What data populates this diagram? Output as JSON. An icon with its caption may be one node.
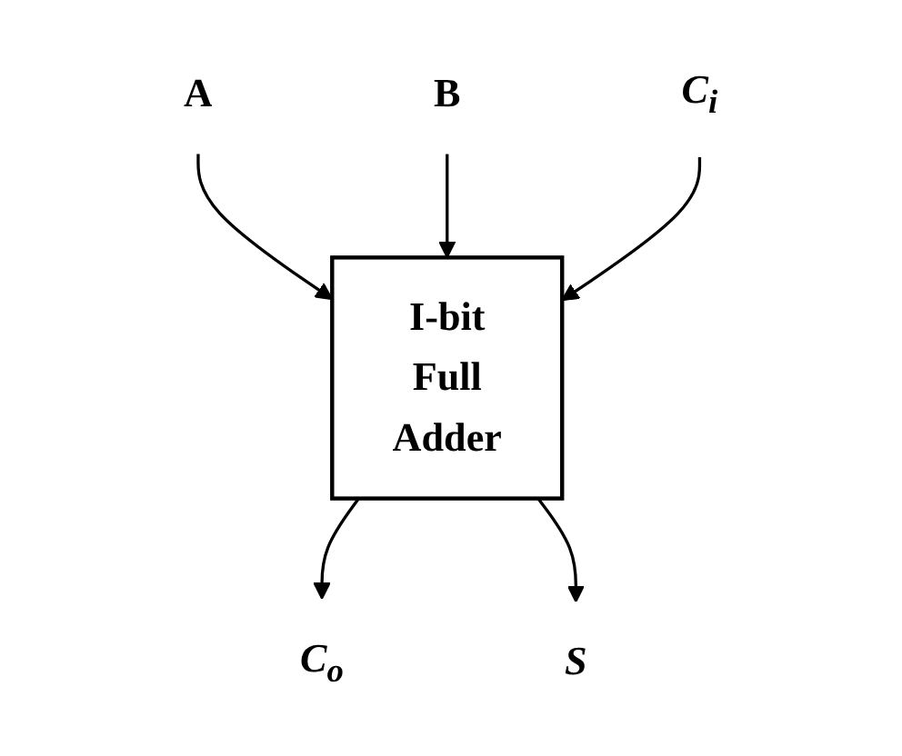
{
  "diagram": {
    "nodes": [
      {
        "text": [
          "A"
        ]
      },
      {
        "text": [
          "B"
        ]
      },
      {
        "text": [
          "I-bit Full Adder"
        ]
      },
      {
        "text": [
          "C$_{i}$"
        ]
      },
      {
        "text": [
          "C$_{o}$"
        ]
      },
      {
        "text": [
          "S"
        ]
      }
    ],
    "edges": [
      {
        "from": 0,
        "to": 2,
        "arrow": "to"
      },
      {
        "from": 1,
        "to": 2,
        "arrow": "to"
      },
      {
        "from": 3,
        "to": 2,
        "arrow": "to"
      },
      {
        "from": 2,
        "to": 4,
        "arrow": "to"
      },
      {
        "from": 2,
        "to": 5,
        "arrow": "to"
      }
    ]
  }
}
